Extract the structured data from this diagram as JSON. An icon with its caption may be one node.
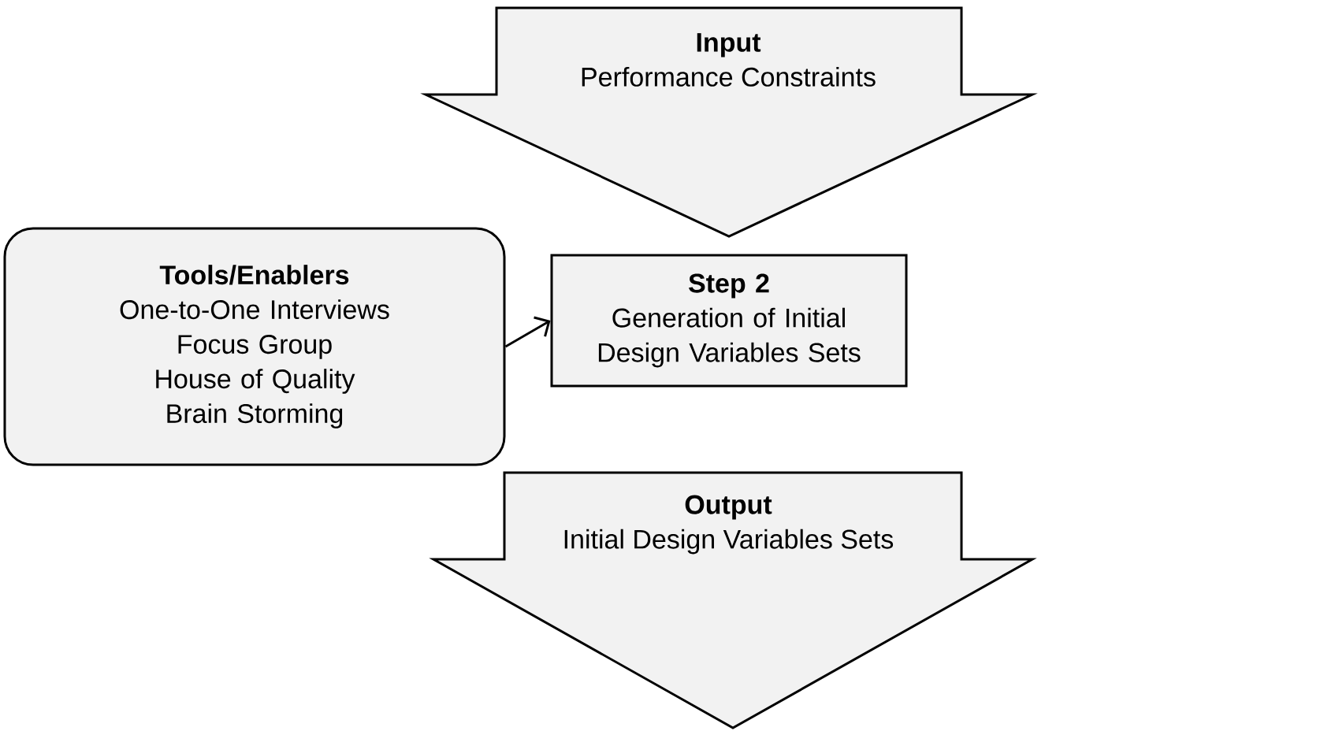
{
  "diagram": {
    "nodes": [
      {
        "text": [
          "Input",
          "Performance Constraints"
        ]
      },
      {
        "text": [
          "Tools/Enablers",
          "One-to-One Interviews",
          "Focus Group",
          "House of Quality",
          "Brain Storming"
        ]
      },
      {
        "text": [
          "Step 2",
          "Generation of Initial Design Variables Sets"
        ]
      },
      {
        "text": [
          "Output",
          "Initial Design Variables Sets"
        ]
      }
    ],
    "edges": [
      {
        "from": 1,
        "to": 2,
        "arrow": "to"
      }
    ]
  }
}
